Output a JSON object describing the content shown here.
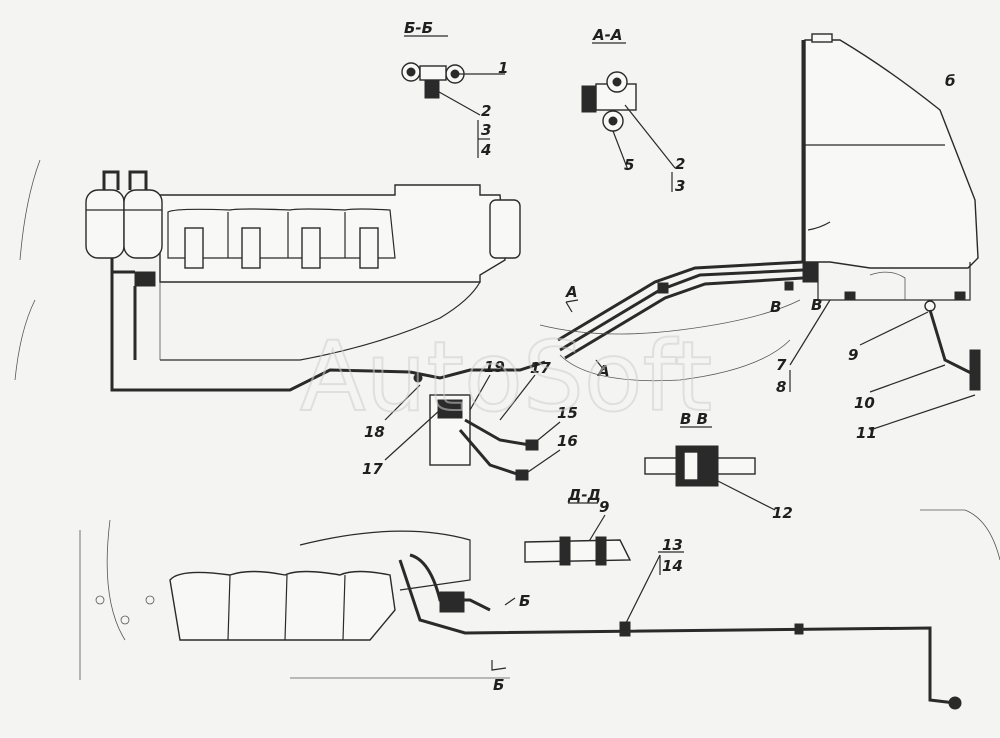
{
  "watermark": "AutoSoft",
  "section_titles": {
    "bb_top": "Б-Б",
    "aa": "А-А",
    "vv": "В В",
    "dd": "Д-Д"
  },
  "view_markers": {
    "b_top_right": "б",
    "a_upper": "А",
    "a_lower": "А",
    "v_left": "В",
    "v_right": "В",
    "b_lower_1": "Б",
    "b_lower_2": "Б"
  },
  "callouts": {
    "n1": "1",
    "n2_bb": "2",
    "n3_bb": "3",
    "n4": "4",
    "n5": "5",
    "n2_aa": "2",
    "n3_aa": "3",
    "n7": "7",
    "n8": "8",
    "n9": "9",
    "n10": "10",
    "n11": "11",
    "n12": "12",
    "n13": "13",
    "n14": "14",
    "n15": "15",
    "n16": "16",
    "n17a": "17",
    "n17b": "17",
    "n18": "18",
    "n19": "19",
    "n9_dd": "9"
  }
}
